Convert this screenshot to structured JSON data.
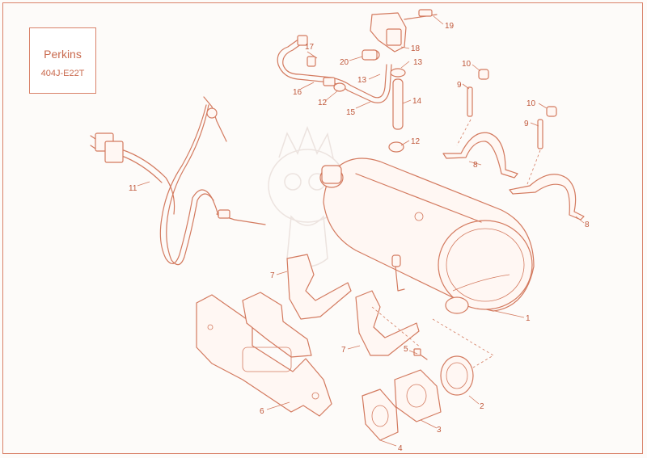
{
  "brand": {
    "name": "Perkins",
    "model": "404J-E22T"
  },
  "callouts": [
    {
      "key": "c1",
      "text": "1"
    },
    {
      "key": "c2",
      "text": "2"
    },
    {
      "key": "c3",
      "text": "3"
    },
    {
      "key": "c4",
      "text": "4"
    },
    {
      "key": "c5",
      "text": "5"
    },
    {
      "key": "c6",
      "text": "6"
    },
    {
      "key": "c7a",
      "text": "7"
    },
    {
      "key": "c7b",
      "text": "7"
    },
    {
      "key": "c8a",
      "text": "8"
    },
    {
      "key": "c8b",
      "text": "8"
    },
    {
      "key": "c9a",
      "text": "9"
    },
    {
      "key": "c9b",
      "text": "9"
    },
    {
      "key": "c10a",
      "text": "10"
    },
    {
      "key": "c10b",
      "text": "10"
    },
    {
      "key": "c11",
      "text": "11"
    },
    {
      "key": "c12a",
      "text": "12"
    },
    {
      "key": "c12b",
      "text": "12"
    },
    {
      "key": "c13a",
      "text": "13"
    },
    {
      "key": "c13b",
      "text": "13"
    },
    {
      "key": "c14",
      "text": "14"
    },
    {
      "key": "c15",
      "text": "15"
    },
    {
      "key": "c16",
      "text": "16"
    },
    {
      "key": "c17",
      "text": "17"
    },
    {
      "key": "c18",
      "text": "18"
    },
    {
      "key": "c19",
      "text": "19"
    },
    {
      "key": "c20",
      "text": "20"
    }
  ]
}
